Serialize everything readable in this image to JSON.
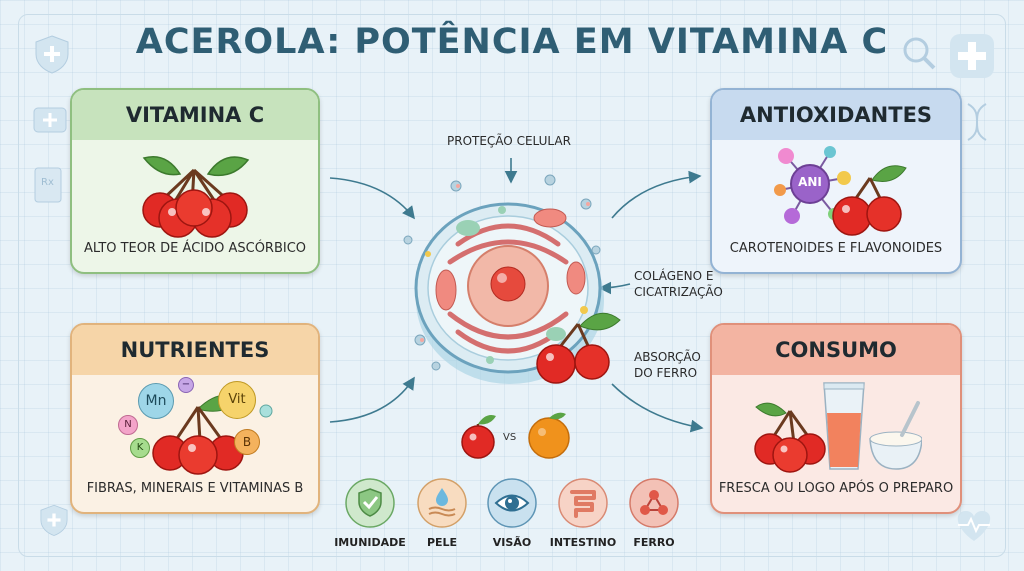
{
  "title": "ACEROLA: POTÊNCIA EM VITAMINA C",
  "cards": {
    "vitamina_c": {
      "title": "VITAMINA C",
      "caption": "ALTO TEOR DE ÁCIDO ASCÓRBICO"
    },
    "antioxidantes": {
      "title": "ANTIOXIDANTES",
      "caption": "CAROTENOIDES E FLAVONOIDES",
      "molecule_label": "ANI"
    },
    "nutrientes": {
      "title": "NUTRIENTES",
      "caption": "FIBRAS, MINERAIS E VITAMINAS B",
      "badges": [
        "Mn",
        "Vit",
        "N",
        "K",
        "B",
        "−"
      ]
    },
    "consumo": {
      "title": "CONSUMO",
      "caption": "FRESCA OU LOGO APÓS O PREPARO"
    }
  },
  "cell_labels": {
    "protecao": "PROTEÇÃO CELULAR",
    "colageno_1": "COLÁGENO E",
    "colageno_2": "CICATRIZAÇÃO",
    "absorcao_1": "ABSORÇÃO",
    "absorcao_2": "DO FERRO"
  },
  "comparison": "VS",
  "benefits": [
    {
      "label": "IMUNIDADE",
      "icon": "shield-check-icon",
      "color": "#cfe8cc"
    },
    {
      "label": "PELE",
      "icon": "skin-drop-icon",
      "color": "#f8dcc0"
    },
    {
      "label": "VISÃO",
      "icon": "eye-icon",
      "color": "#c9e1ef"
    },
    {
      "label": "INTESTINO",
      "icon": "intestine-icon",
      "color": "#f7d3c6"
    },
    {
      "label": "FERRO",
      "icon": "iron-molecule-icon",
      "color": "#f3c1b6"
    }
  ],
  "colors": {
    "title": "#2f5e74",
    "cherry": "#e12a25",
    "leaf": "#4f9a3d",
    "orange": "#f0921c"
  }
}
